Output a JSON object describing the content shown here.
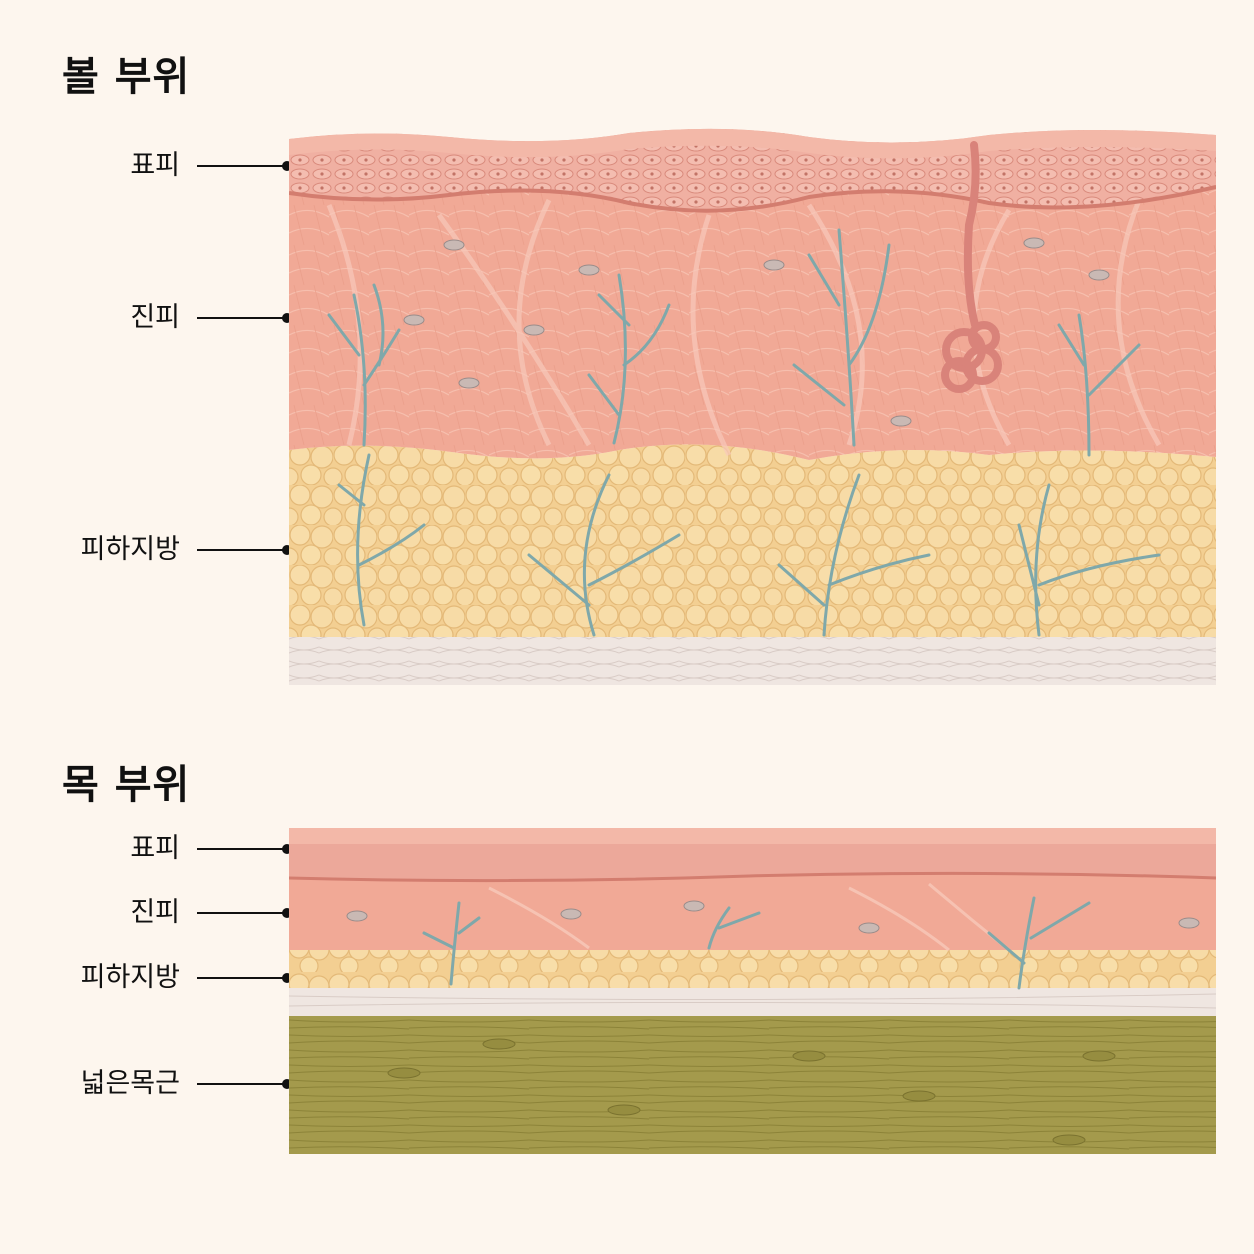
{
  "cheek": {
    "title": "볼 부위",
    "layers": [
      "표피",
      "진피",
      "피하지방"
    ]
  },
  "neck": {
    "title": "목 부위",
    "layers": [
      "표피",
      "진피",
      "피하지방",
      "넓은목근"
    ]
  },
  "colors": {
    "background": "#fdf6ee",
    "epidermis": "#eca89a",
    "dermis": "#f1a996",
    "fat": "#f6d79c",
    "fascia": "#efe6e1",
    "muscle": "#a49a4c",
    "vessel": "#7fa8aa"
  }
}
